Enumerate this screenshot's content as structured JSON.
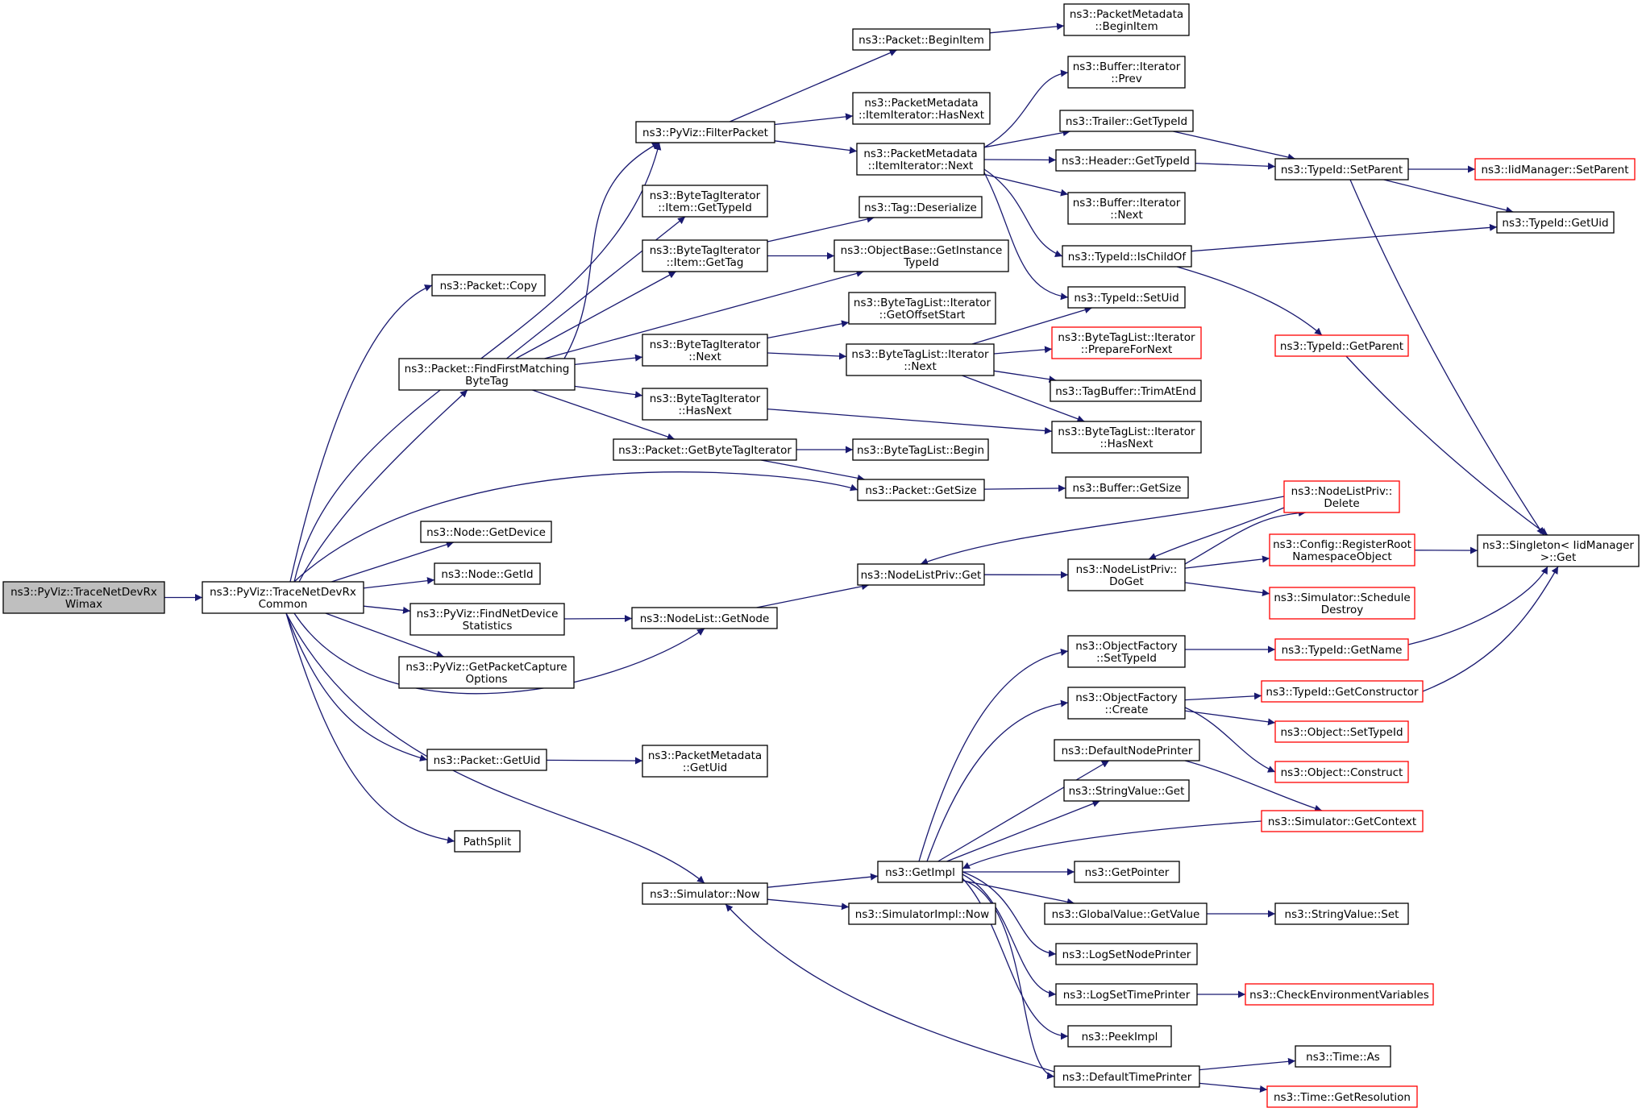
{
  "colors": {
    "edge": "#191970",
    "node_border": "#000000",
    "node_fill": "#ffffff",
    "root_fill": "#bfbfbf",
    "truncated_border": "#ff0000"
  },
  "nodes": [
    {
      "id": "n_root",
      "lines": [
        "ns3::PyViz::TraceNetDevRx",
        "Wimax"
      ],
      "style": "root"
    },
    {
      "id": "n_common",
      "lines": [
        "ns3::PyViz::TraceNetDevRx",
        "Common"
      ],
      "style": "normal"
    },
    {
      "id": "n_copy",
      "lines": [
        "ns3::Packet::Copy"
      ],
      "style": "normal"
    },
    {
      "id": "n_ffm",
      "lines": [
        "ns3::Packet::FindFirstMatching",
        "ByteTag"
      ],
      "style": "normal"
    },
    {
      "id": "n_filter",
      "lines": [
        "ns3::PyViz::FilterPacket"
      ],
      "style": "normal"
    },
    {
      "id": "n_begitem",
      "lines": [
        "ns3::Packet::BeginItem"
      ],
      "style": "normal"
    },
    {
      "id": "n_pmbeg",
      "lines": [
        "ns3::PacketMetadata",
        "::BeginItem"
      ],
      "style": "normal"
    },
    {
      "id": "n_pmhasnext",
      "lines": [
        "ns3::PacketMetadata",
        "::ItemIterator::HasNext"
      ],
      "style": "normal"
    },
    {
      "id": "n_pmnext",
      "lines": [
        "ns3::PacketMetadata",
        "::ItemIterator::Next"
      ],
      "style": "normal"
    },
    {
      "id": "n_bufprev",
      "lines": [
        "ns3::Buffer::Iterator",
        "::Prev"
      ],
      "style": "normal"
    },
    {
      "id": "n_trailer",
      "lines": [
        "ns3::Trailer::GetTypeId"
      ],
      "style": "normal"
    },
    {
      "id": "n_header",
      "lines": [
        "ns3::Header::GetTypeId"
      ],
      "style": "normal"
    },
    {
      "id": "n_bufnext",
      "lines": [
        "ns3::Buffer::Iterator",
        "::Next"
      ],
      "style": "normal"
    },
    {
      "id": "n_ischild",
      "lines": [
        "ns3::TypeId::IsChildOf"
      ],
      "style": "normal"
    },
    {
      "id": "n_setuid",
      "lines": [
        "ns3::TypeId::SetUid"
      ],
      "style": "normal"
    },
    {
      "id": "n_setparent",
      "lines": [
        "ns3::TypeId::SetParent"
      ],
      "style": "normal"
    },
    {
      "id": "n_iidsetparent",
      "lines": [
        "ns3::IidManager::SetParent"
      ],
      "style": "truncated"
    },
    {
      "id": "n_getuid",
      "lines": [
        "ns3::TypeId::GetUid"
      ],
      "style": "normal"
    },
    {
      "id": "n_getparent",
      "lines": [
        "ns3::TypeId::GetParent"
      ],
      "style": "truncated"
    },
    {
      "id": "n_singleton",
      "lines": [
        "ns3::Singleton< IidManager",
        ">::Get"
      ],
      "style": "normal"
    },
    {
      "id": "n_btigettypeid",
      "lines": [
        "ns3::ByteTagIterator",
        "::Item::GetTypeId"
      ],
      "style": "normal"
    },
    {
      "id": "n_btigettag",
      "lines": [
        "ns3::ByteTagIterator",
        "::Item::GetTag"
      ],
      "style": "normal"
    },
    {
      "id": "n_tagdeser",
      "lines": [
        "ns3::Tag::Deserialize"
      ],
      "style": "normal"
    },
    {
      "id": "n_objbase",
      "lines": [
        "ns3::ObjectBase::GetInstance",
        "TypeId"
      ],
      "style": "normal"
    },
    {
      "id": "n_btinext",
      "lines": [
        "ns3::ByteTagIterator",
        "::Next"
      ],
      "style": "normal"
    },
    {
      "id": "n_btlgetoff",
      "lines": [
        "ns3::ByteTagList::Iterator",
        "::GetOffsetStart"
      ],
      "style": "normal"
    },
    {
      "id": "n_btlnext",
      "lines": [
        "ns3::ByteTagList::Iterator",
        "::Next"
      ],
      "style": "normal"
    },
    {
      "id": "n_btlprep",
      "lines": [
        "ns3::ByteTagList::Iterator",
        "::PrepareForNext"
      ],
      "style": "truncated"
    },
    {
      "id": "n_tagbuftrim",
      "lines": [
        "ns3::TagBuffer::TrimAtEnd"
      ],
      "style": "normal"
    },
    {
      "id": "n_btihasnext",
      "lines": [
        "ns3::ByteTagIterator",
        "::HasNext"
      ],
      "style": "normal"
    },
    {
      "id": "n_btlhasnext",
      "lines": [
        "ns3::ByteTagList::Iterator",
        "::HasNext"
      ],
      "style": "normal"
    },
    {
      "id": "n_getbti",
      "lines": [
        "ns3::Packet::GetByteTagIterator"
      ],
      "style": "normal"
    },
    {
      "id": "n_btlbegin",
      "lines": [
        "ns3::ByteTagList::Begin"
      ],
      "style": "normal"
    },
    {
      "id": "n_getsize",
      "lines": [
        "ns3::Packet::GetSize"
      ],
      "style": "normal"
    },
    {
      "id": "n_bufgetsize",
      "lines": [
        "ns3::Buffer::GetSize"
      ],
      "style": "normal"
    },
    {
      "id": "n_getdevice",
      "lines": [
        "ns3::Node::GetDevice"
      ],
      "style": "normal"
    },
    {
      "id": "n_getid",
      "lines": [
        "ns3::Node::GetId"
      ],
      "style": "normal"
    },
    {
      "id": "n_findnds",
      "lines": [
        "ns3::PyViz::FindNetDevice",
        "Statistics"
      ],
      "style": "normal"
    },
    {
      "id": "n_getnode",
      "lines": [
        "ns3::NodeList::GetNode"
      ],
      "style": "normal"
    },
    {
      "id": "n_nlpget",
      "lines": [
        "ns3::NodeListPriv::Get"
      ],
      "style": "normal"
    },
    {
      "id": "n_nlpdoget",
      "lines": [
        "ns3::NodeListPriv::",
        "DoGet"
      ],
      "style": "normal"
    },
    {
      "id": "n_nlpdelete",
      "lines": [
        "ns3::NodeListPriv::",
        "Delete"
      ],
      "style": "truncated"
    },
    {
      "id": "n_regroot",
      "lines": [
        "ns3::Config::RegisterRoot",
        "NamespaceObject"
      ],
      "style": "truncated"
    },
    {
      "id": "n_schedestroy",
      "lines": [
        "ns3::Simulator::Schedule",
        "Destroy"
      ],
      "style": "truncated"
    },
    {
      "id": "n_getpcap",
      "lines": [
        "ns3::PyViz::GetPacketCapture",
        "Options"
      ],
      "style": "normal"
    },
    {
      "id": "n_pgetuid",
      "lines": [
        "ns3::Packet::GetUid"
      ],
      "style": "normal"
    },
    {
      "id": "n_pmgetuid",
      "lines": [
        "ns3::PacketMetadata",
        "::GetUid"
      ],
      "style": "normal"
    },
    {
      "id": "n_pathsplit",
      "lines": [
        "PathSplit"
      ],
      "style": "normal"
    },
    {
      "id": "n_simnow",
      "lines": [
        "ns3::Simulator::Now"
      ],
      "style": "normal"
    },
    {
      "id": "n_getimpl",
      "lines": [
        "ns3::GetImpl"
      ],
      "style": "normal"
    },
    {
      "id": "n_simimplnow",
      "lines": [
        "ns3::SimulatorImpl::Now"
      ],
      "style": "normal"
    },
    {
      "id": "n_ofsettype",
      "lines": [
        "ns3::ObjectFactory",
        "::SetTypeId"
      ],
      "style": "normal"
    },
    {
      "id": "n_tidgetname",
      "lines": [
        "ns3::TypeId::GetName"
      ],
      "style": "truncated"
    },
    {
      "id": "n_ofcreate",
      "lines": [
        "ns3::ObjectFactory",
        "::Create"
      ],
      "style": "normal"
    },
    {
      "id": "n_tidgetctor",
      "lines": [
        "ns3::TypeId::GetConstructor"
      ],
      "style": "truncated"
    },
    {
      "id": "n_objsettype",
      "lines": [
        "ns3::Object::SetTypeId"
      ],
      "style": "truncated"
    },
    {
      "id": "n_objconstruct",
      "lines": [
        "ns3::Object::Construct"
      ],
      "style": "truncated"
    },
    {
      "id": "n_defnodeprinter",
      "lines": [
        "ns3::DefaultNodePrinter"
      ],
      "style": "normal"
    },
    {
      "id": "n_strvalget",
      "lines": [
        "ns3::StringValue::Get"
      ],
      "style": "normal"
    },
    {
      "id": "n_simgetctx",
      "lines": [
        "ns3::Simulator::GetContext"
      ],
      "style": "truncated"
    },
    {
      "id": "n_getpointer",
      "lines": [
        "ns3::GetPointer"
      ],
      "style": "normal"
    },
    {
      "id": "n_gvgetvalue",
      "lines": [
        "ns3::GlobalValue::GetValue"
      ],
      "style": "normal"
    },
    {
      "id": "n_strvalset",
      "lines": [
        "ns3::StringValue::Set"
      ],
      "style": "normal"
    },
    {
      "id": "n_logsetnode",
      "lines": [
        "ns3::LogSetNodePrinter"
      ],
      "style": "normal"
    },
    {
      "id": "n_logsettime",
      "lines": [
        "ns3::LogSetTimePrinter"
      ],
      "style": "normal"
    },
    {
      "id": "n_checkenv",
      "lines": [
        "ns3::CheckEnvironmentVariables"
      ],
      "style": "truncated"
    },
    {
      "id": "n_peekimpl",
      "lines": [
        "ns3::PeekImpl"
      ],
      "style": "normal"
    },
    {
      "id": "n_deftimeprinter",
      "lines": [
        "ns3::DefaultTimePrinter"
      ],
      "style": "normal"
    },
    {
      "id": "n_timeas",
      "lines": [
        "ns3::Time::As"
      ],
      "style": "normal"
    },
    {
      "id": "n_timegetres",
      "lines": [
        "ns3::Time::GetResolution"
      ],
      "style": "truncated"
    }
  ],
  "edges": [
    [
      "n_root",
      "n_common"
    ],
    [
      "n_common",
      "n_copy"
    ],
    [
      "n_common",
      "n_ffm"
    ],
    [
      "n_common",
      "n_filter"
    ],
    [
      "n_common",
      "n_getsize"
    ],
    [
      "n_common",
      "n_getdevice"
    ],
    [
      "n_common",
      "n_getid"
    ],
    [
      "n_common",
      "n_findnds"
    ],
    [
      "n_common",
      "n_getpcap"
    ],
    [
      "n_common",
      "n_getnode"
    ],
    [
      "n_common",
      "n_pgetuid"
    ],
    [
      "n_common",
      "n_pathsplit"
    ],
    [
      "n_common",
      "n_simnow"
    ],
    [
      "n_filter",
      "n_begitem"
    ],
    [
      "n_filter",
      "n_pmhasnext"
    ],
    [
      "n_filter",
      "n_pmnext"
    ],
    [
      "n_begitem",
      "n_pmbeg"
    ],
    [
      "n_pmnext",
      "n_bufprev"
    ],
    [
      "n_pmnext",
      "n_trailer"
    ],
    [
      "n_pmnext",
      "n_header"
    ],
    [
      "n_pmnext",
      "n_bufnext"
    ],
    [
      "n_pmnext",
      "n_ischild"
    ],
    [
      "n_pmnext",
      "n_setuid"
    ],
    [
      "n_trailer",
      "n_setparent"
    ],
    [
      "n_header",
      "n_setparent"
    ],
    [
      "n_setparent",
      "n_iidsetparent"
    ],
    [
      "n_setparent",
      "n_getuid"
    ],
    [
      "n_setparent",
      "n_singleton"
    ],
    [
      "n_ischild",
      "n_getuid"
    ],
    [
      "n_ischild",
      "n_getparent"
    ],
    [
      "n_getparent",
      "n_singleton"
    ],
    [
      "n_ffm",
      "n_btigettypeid"
    ],
    [
      "n_ffm",
      "n_btigettag"
    ],
    [
      "n_ffm",
      "n_objbase"
    ],
    [
      "n_ffm",
      "n_btinext"
    ],
    [
      "n_ffm",
      "n_btihasnext"
    ],
    [
      "n_ffm",
      "n_getbti"
    ],
    [
      "n_ffm",
      "n_filter"
    ],
    [
      "n_btigettag",
      "n_tagdeser"
    ],
    [
      "n_btigettag",
      "n_objbase"
    ],
    [
      "n_btinext",
      "n_btlgetoff"
    ],
    [
      "n_btinext",
      "n_btlnext"
    ],
    [
      "n_btlnext",
      "n_setuid"
    ],
    [
      "n_btlnext",
      "n_btlprep"
    ],
    [
      "n_btlnext",
      "n_tagbuftrim"
    ],
    [
      "n_btlnext",
      "n_btlhasnext"
    ],
    [
      "n_btihasnext",
      "n_btlhasnext"
    ],
    [
      "n_getbti",
      "n_btlbegin"
    ],
    [
      "n_getbti",
      "n_getsize"
    ],
    [
      "n_getsize",
      "n_bufgetsize"
    ],
    [
      "n_findnds",
      "n_getnode"
    ],
    [
      "n_getnode",
      "n_nlpget"
    ],
    [
      "n_nlpget",
      "n_nlpdoget"
    ],
    [
      "n_nlpdoget",
      "n_nlpdelete"
    ],
    [
      "n_nlpdoget",
      "n_regroot"
    ],
    [
      "n_nlpdoget",
      "n_schedestroy"
    ],
    [
      "n_nlpdelete",
      "n_nlpget"
    ],
    [
      "n_nlpdelete",
      "n_nlpdoget"
    ],
    [
      "n_regroot",
      "n_singleton"
    ],
    [
      "n_pgetuid",
      "n_pmgetuid"
    ],
    [
      "n_simnow",
      "n_getimpl"
    ],
    [
      "n_simnow",
      "n_simimplnow"
    ],
    [
      "n_getimpl",
      "n_ofsettype"
    ],
    [
      "n_getimpl",
      "n_ofcreate"
    ],
    [
      "n_getimpl",
      "n_defnodeprinter"
    ],
    [
      "n_getimpl",
      "n_strvalget"
    ],
    [
      "n_getimpl",
      "n_getpointer"
    ],
    [
      "n_getimpl",
      "n_gvgetvalue"
    ],
    [
      "n_getimpl",
      "n_logsetnode"
    ],
    [
      "n_getimpl",
      "n_logsettime"
    ],
    [
      "n_getimpl",
      "n_peekimpl"
    ],
    [
      "n_getimpl",
      "n_deftimeprinter"
    ],
    [
      "n_ofsettype",
      "n_tidgetname"
    ],
    [
      "n_tidgetname",
      "n_singleton"
    ],
    [
      "n_ofcreate",
      "n_tidgetctor"
    ],
    [
      "n_ofcreate",
      "n_objsettype"
    ],
    [
      "n_ofcreate",
      "n_objconstruct"
    ],
    [
      "n_tidgetctor",
      "n_singleton"
    ],
    [
      "n_defnodeprinter",
      "n_simgetctx"
    ],
    [
      "n_simgetctx",
      "n_getimpl"
    ],
    [
      "n_gvgetvalue",
      "n_strvalset"
    ],
    [
      "n_logsettime",
      "n_checkenv"
    ],
    [
      "n_deftimeprinter",
      "n_timeas"
    ],
    [
      "n_deftimeprinter",
      "n_timegetres"
    ],
    [
      "n_deftimeprinter",
      "n_simnow"
    ]
  ]
}
